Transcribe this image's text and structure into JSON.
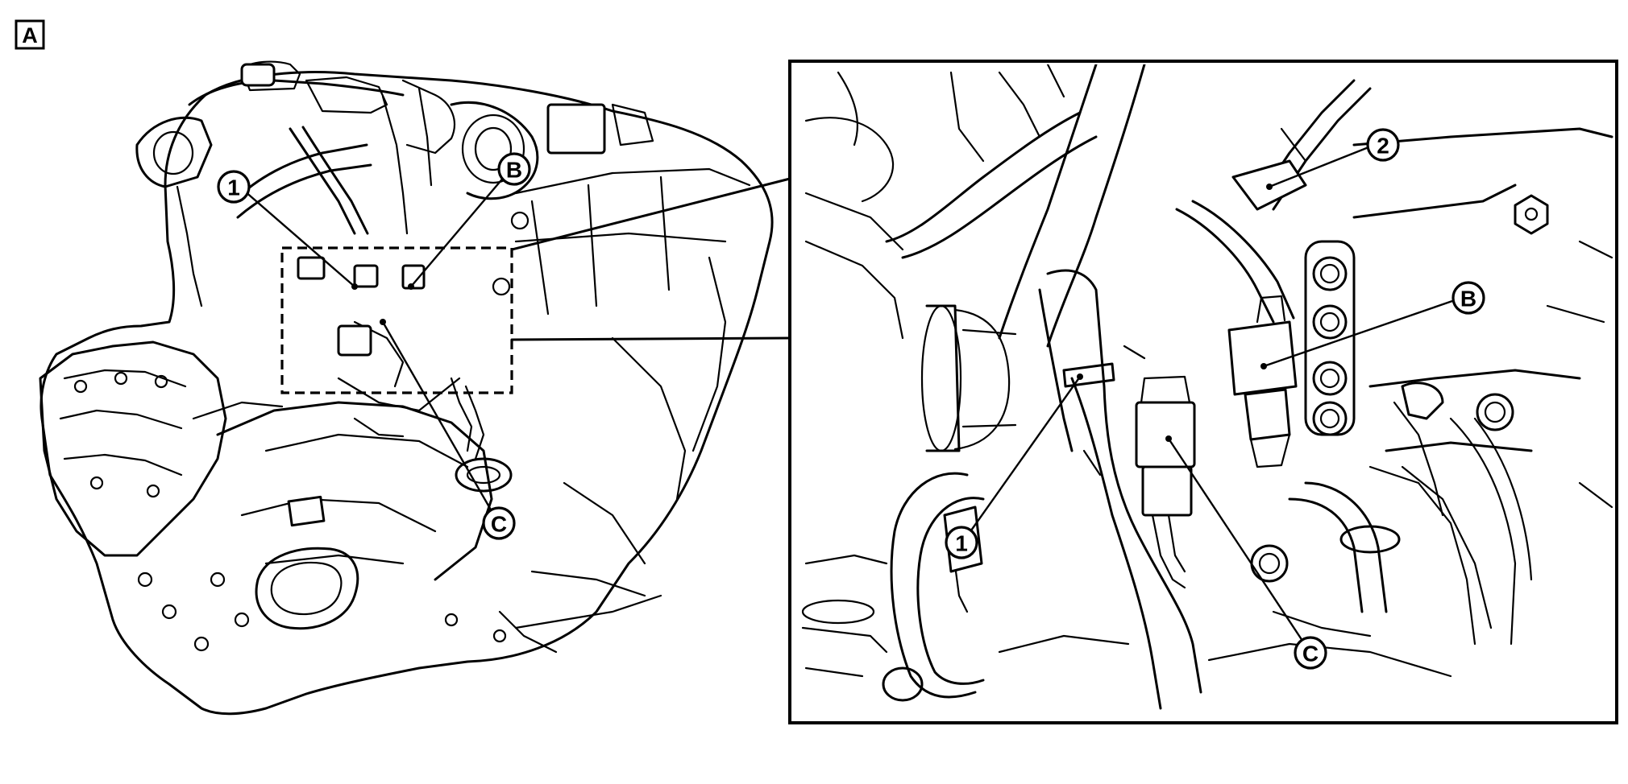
{
  "figure": {
    "view_label": "A",
    "callouts": {
      "part_1": "1",
      "part_2": "2",
      "connector_B": "B",
      "connector_C": "C"
    }
  }
}
